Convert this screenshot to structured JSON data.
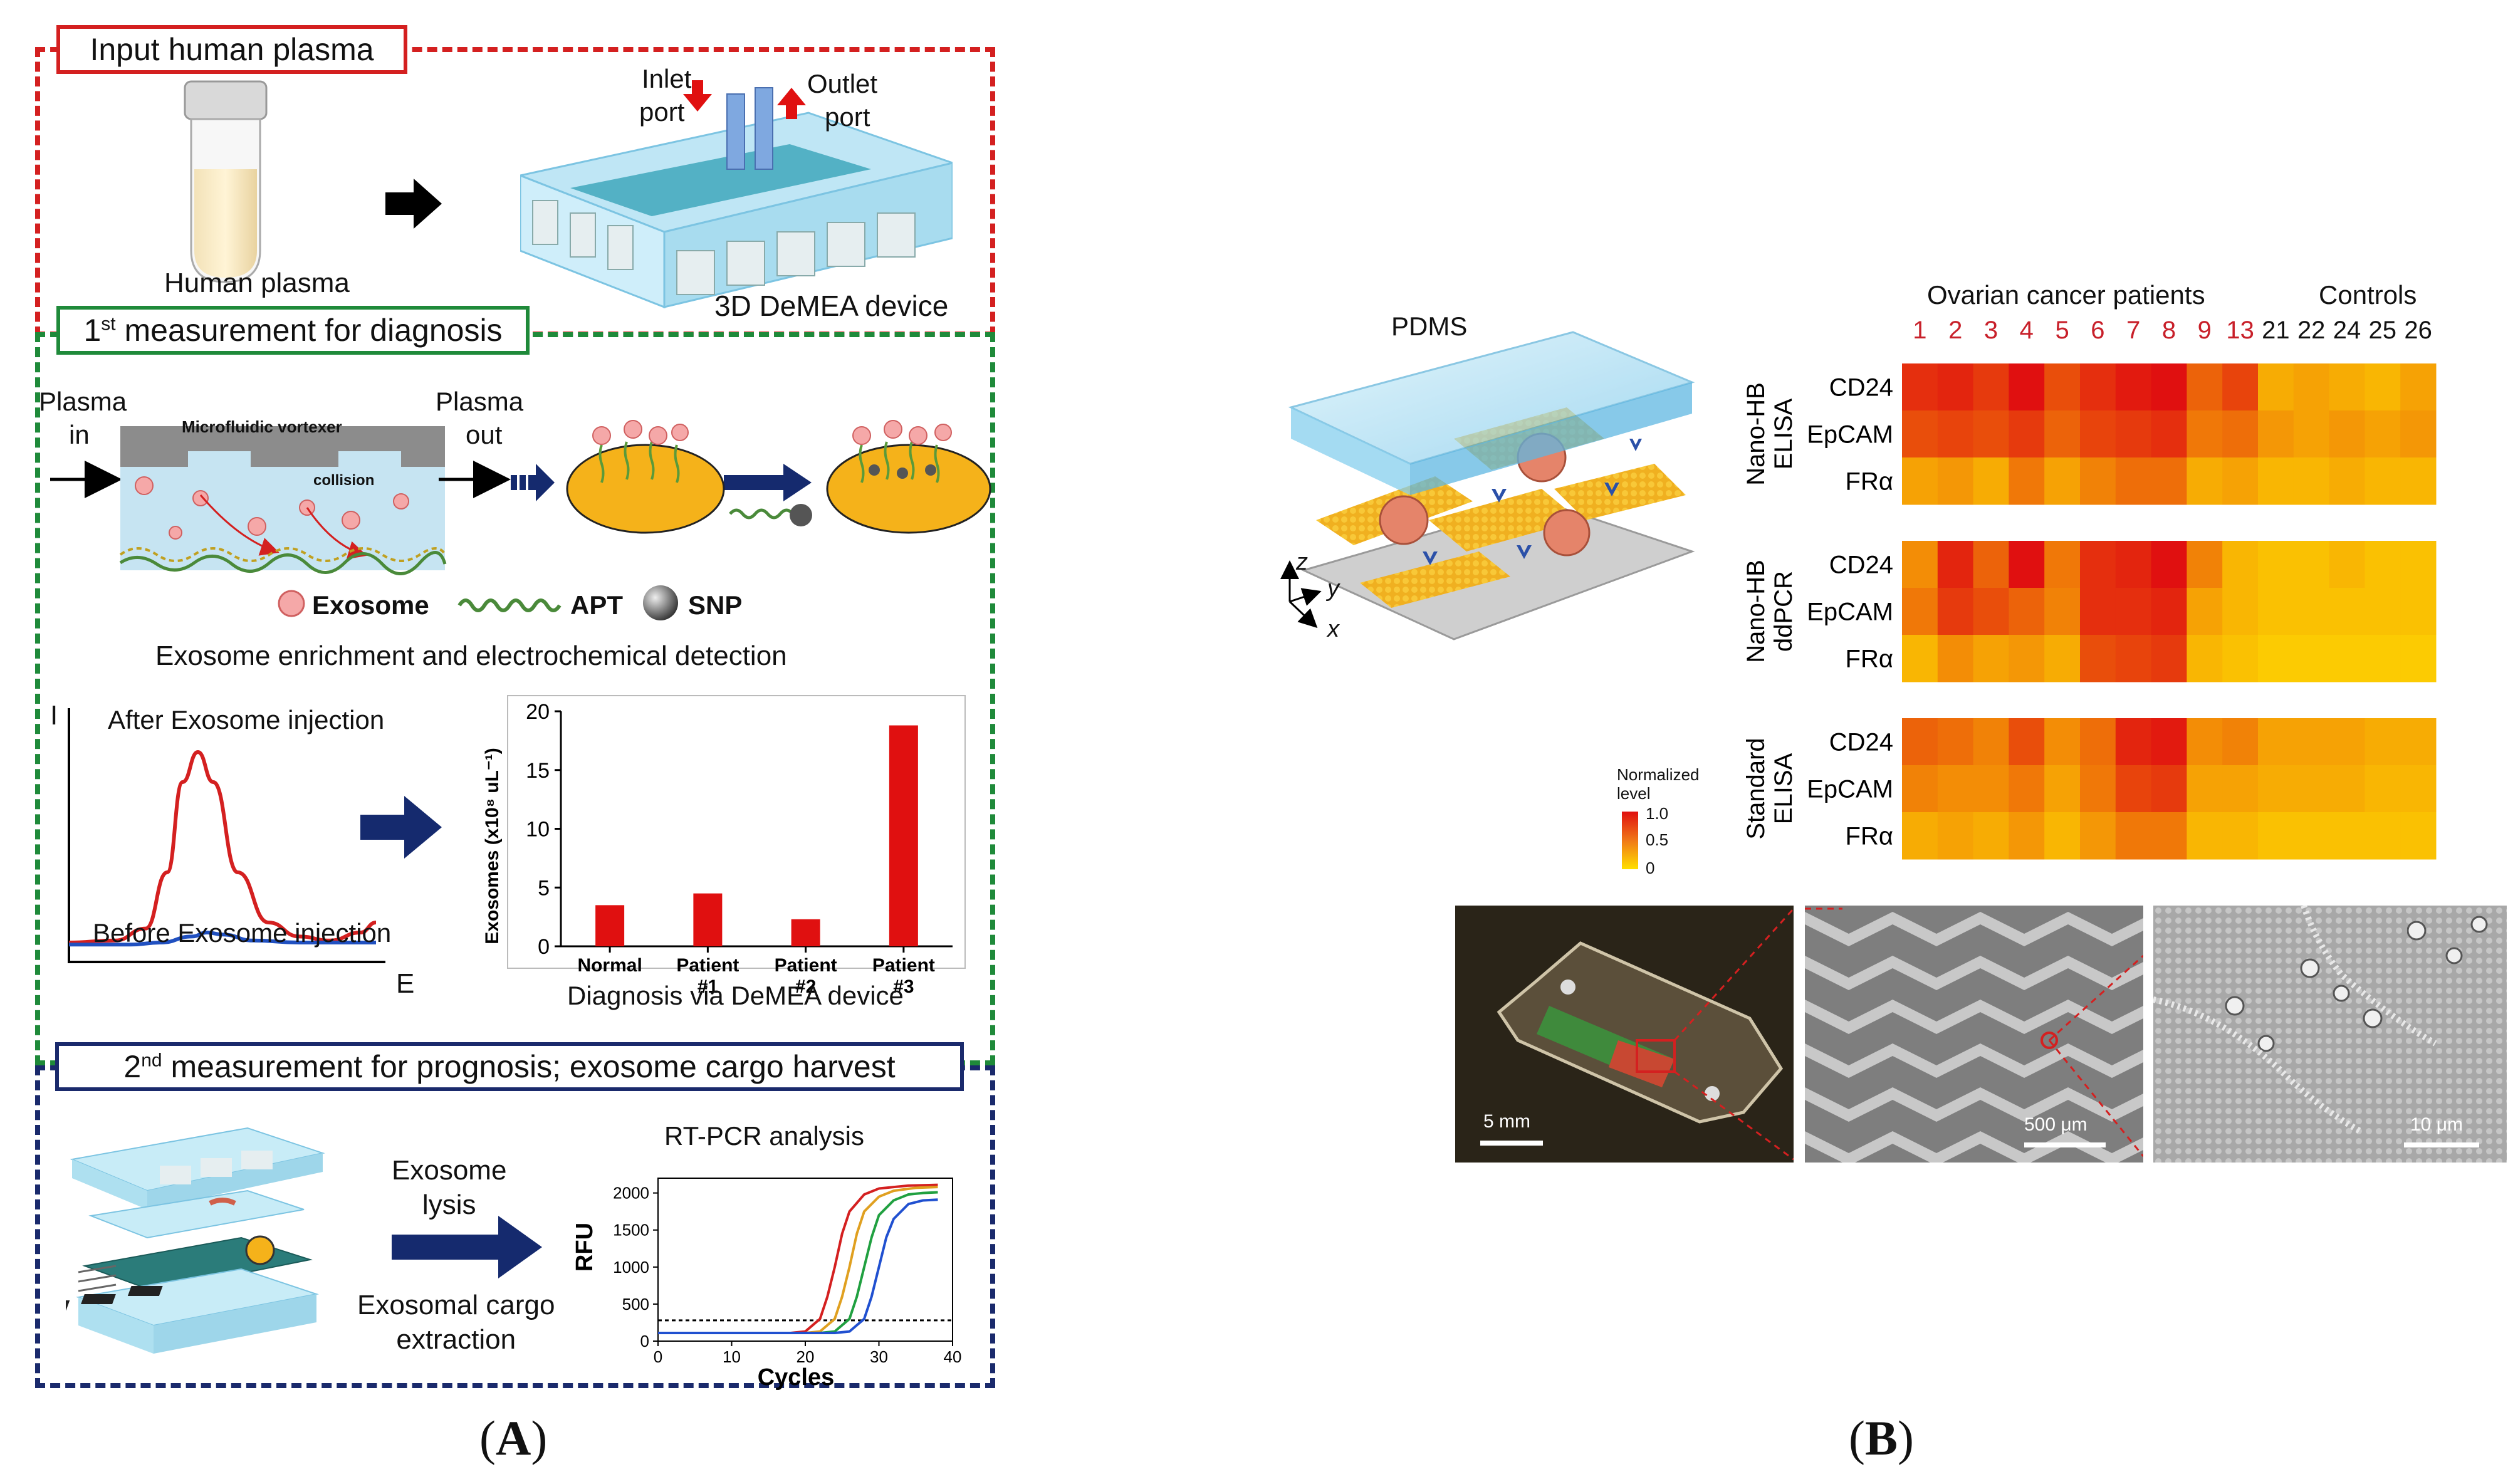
{
  "panel_a": {
    "letter": "A",
    "step1": {
      "title": "Input human plasma",
      "tube_label": "Human plasma",
      "inlet_label_1": "Inlet",
      "inlet_label_2": "port",
      "outlet_label_1": "Outlet",
      "outlet_label_2": "port",
      "device_label": "3D DeMEA device"
    },
    "step2": {
      "title_pre": "1",
      "title_sup": "st",
      "title_post": " measurement for diagnosis",
      "plasma_in_1": "Plasma",
      "plasma_in_2": "in",
      "plasma_out_1": "Plasma",
      "plasma_out_2": "out",
      "vortexer_label": "Microfluidic vortexer",
      "collision_label": "collision",
      "legend_exosome": "Exosome",
      "legend_apt": "APT",
      "legend_snp": "SNP",
      "enrichment_caption": "Exosome enrichment and electrochemical detection",
      "cv_axis_y": "I",
      "cv_axis_x": "E",
      "cv_after": "After Exosome injection",
      "cv_before": "Before Exosome injection",
      "diagnosis_caption": "Diagnosis via DeMEA device"
    },
    "step3": {
      "title_pre": "2",
      "title_sup": "nd",
      "title_post": " measurement for prognosis; exosome cargo harvest",
      "lysis_1": "Exosome",
      "lysis_2": "lysis",
      "cargo_1": "Exosomal cargo",
      "cargo_2": "extraction",
      "pcr_title": "RT-PCR analysis"
    },
    "colors": {
      "step1_border": "#d42020",
      "step2_border": "#1f8a3a",
      "step3_border": "#1a2a6c",
      "arrow_navy": "#152a6e"
    }
  },
  "panel_b": {
    "letter": "B",
    "device_label": "PDMS",
    "axis_z": "z",
    "axis_y": "y",
    "axis_x": "x",
    "group_patients": "Ovarian cancer patients",
    "group_controls": "Controls",
    "legend_title_1": "Normalized",
    "legend_title_2": "level",
    "legend_ticks": [
      "1.0",
      "0.5",
      "0"
    ],
    "scale_bars": [
      "5 mm",
      "500 μm",
      "10 μm"
    ]
  },
  "chart_data": [
    {
      "type": "bar",
      "title": "",
      "ylabel": "Exosomes (x10⁸ uL⁻¹)",
      "xlabel": "",
      "categories": [
        "Normal",
        "Patient\n#1",
        "Patient\n#2",
        "Patient\n#3"
      ],
      "series": [
        {
          "values": [
            3.5,
            4.5,
            2.3,
            18.8
          ]
        }
      ],
      "ylim": [
        0,
        20
      ],
      "yticks": [
        0,
        5,
        10,
        15,
        20
      ],
      "color": "#e01010"
    },
    {
      "type": "line",
      "title": "RT-PCR analysis",
      "xlabel": "Cycles",
      "ylabel": "RFU",
      "xlim": [
        0,
        40
      ],
      "ylim": [
        0,
        2200
      ],
      "xticks": [
        0,
        10,
        20,
        30,
        40
      ],
      "yticks": [
        0,
        500,
        1000,
        1500,
        2000
      ],
      "threshold": 280,
      "series": [
        {
          "color": "#d42020",
          "x": [
            0,
            18,
            20,
            22,
            23,
            24,
            25,
            26,
            28,
            30,
            34,
            38
          ],
          "y": [
            110,
            110,
            130,
            300,
            600,
            1000,
            1450,
            1750,
            1980,
            2060,
            2100,
            2110
          ]
        },
        {
          "color": "#e0a020",
          "x": [
            0,
            20,
            22,
            24,
            25,
            26,
            27,
            28,
            30,
            32,
            35,
            38
          ],
          "y": [
            110,
            110,
            130,
            300,
            600,
            1000,
            1450,
            1750,
            1950,
            2030,
            2070,
            2080
          ]
        },
        {
          "color": "#20a040",
          "x": [
            0,
            22,
            24,
            26,
            27,
            28,
            29,
            30,
            32,
            34,
            36,
            38
          ],
          "y": [
            110,
            110,
            130,
            300,
            600,
            1000,
            1400,
            1700,
            1900,
            1980,
            2000,
            2010
          ]
        },
        {
          "color": "#2050d0",
          "x": [
            0,
            24,
            26,
            28,
            29,
            30,
            31,
            32,
            34,
            36,
            38
          ],
          "y": [
            110,
            110,
            130,
            300,
            600,
            1000,
            1400,
            1650,
            1850,
            1900,
            1910
          ]
        }
      ]
    },
    {
      "type": "line",
      "title": "",
      "xlabel": "E",
      "ylabel": "I",
      "series": [
        {
          "name": "After Exosome injection",
          "color": "#d42020",
          "x": [
            0,
            0.15,
            0.25,
            0.32,
            0.37,
            0.42,
            0.47,
            0.55,
            0.65,
            0.75,
            0.85,
            0.95,
            1.0
          ],
          "y": [
            0.05,
            0.06,
            0.12,
            0.4,
            0.85,
            1.0,
            0.85,
            0.4,
            0.15,
            0.08,
            0.06,
            0.1,
            0.15
          ]
        },
        {
          "name": "Before Exosome injection",
          "color": "#2050c0",
          "x": [
            0,
            0.2,
            0.3,
            0.4,
            0.45,
            0.5,
            0.6,
            0.75,
            0.9,
            1.0
          ],
          "y": [
            0.04,
            0.04,
            0.05,
            0.08,
            0.1,
            0.09,
            0.06,
            0.05,
            0.05,
            0.05
          ]
        }
      ]
    },
    {
      "type": "heatmap",
      "title": "",
      "columns": [
        "1",
        "2",
        "3",
        "4",
        "5",
        "6",
        "7",
        "8",
        "9",
        "13",
        "21",
        "22",
        "24",
        "25",
        "26"
      ],
      "column_colors": [
        "#c8202a",
        "#c8202a",
        "#c8202a",
        "#c8202a",
        "#c8202a",
        "#c8202a",
        "#c8202a",
        "#c8202a",
        "#c8202a",
        "#c8202a",
        "#111111",
        "#111111",
        "#111111",
        "#111111",
        "#111111"
      ],
      "groups": [
        {
          "name": "Nano-HB\nELISA",
          "rows": [
            {
              "name": "CD24",
              "values": [
                0.85,
                0.9,
                0.8,
                1.0,
                0.7,
                0.85,
                0.95,
                1.0,
                0.6,
                0.75,
                0.25,
                0.3,
                0.25,
                0.2,
                0.3
              ]
            },
            {
              "name": "EpCAM",
              "values": [
                0.7,
                0.75,
                0.7,
                0.8,
                0.6,
                0.75,
                0.8,
                0.85,
                0.5,
                0.55,
                0.35,
                0.3,
                0.35,
                0.3,
                0.35
              ]
            },
            {
              "name": "FRα",
              "values": [
                0.3,
                0.35,
                0.25,
                0.5,
                0.3,
                0.45,
                0.55,
                0.55,
                0.25,
                0.3,
                0.2,
                0.2,
                0.25,
                0.2,
                0.2
              ]
            }
          ]
        },
        {
          "name": "Nano-HB\nddPCR",
          "rows": [
            {
              "name": "CD24",
              "values": [
                0.4,
                0.9,
                0.6,
                1.0,
                0.5,
                0.85,
                0.9,
                1.0,
                0.45,
                0.2,
                0.15,
                0.15,
                0.2,
                0.15,
                0.15
              ]
            },
            {
              "name": "EpCAM",
              "values": [
                0.5,
                0.8,
                0.7,
                0.6,
                0.45,
                0.85,
                0.85,
                0.9,
                0.3,
                0.2,
                0.15,
                0.15,
                0.15,
                0.15,
                0.15
              ]
            },
            {
              "name": "FRα",
              "values": [
                0.2,
                0.4,
                0.3,
                0.35,
                0.25,
                0.7,
                0.75,
                0.8,
                0.2,
                0.15,
                0.1,
                0.1,
                0.1,
                0.1,
                0.1
              ]
            }
          ]
        },
        {
          "name": "Standard\nELISA",
          "rows": [
            {
              "name": "CD24",
              "values": [
                0.6,
                0.55,
                0.45,
                0.7,
                0.4,
                0.55,
                0.9,
                0.95,
                0.4,
                0.45,
                0.3,
                0.3,
                0.3,
                0.25,
                0.25
              ]
            },
            {
              "name": "EpCAM",
              "values": [
                0.45,
                0.4,
                0.4,
                0.5,
                0.3,
                0.5,
                0.75,
                0.8,
                0.3,
                0.3,
                0.25,
                0.25,
                0.25,
                0.2,
                0.2
              ]
            },
            {
              "name": "FRα",
              "values": [
                0.25,
                0.3,
                0.25,
                0.35,
                0.2,
                0.35,
                0.5,
                0.5,
                0.2,
                0.2,
                0.15,
                0.15,
                0.15,
                0.15,
                0.15
              ]
            }
          ]
        }
      ],
      "colorscale": {
        "min": 0,
        "max": 1.0,
        "low": "#ffe000",
        "high": "#e01010"
      }
    }
  ]
}
